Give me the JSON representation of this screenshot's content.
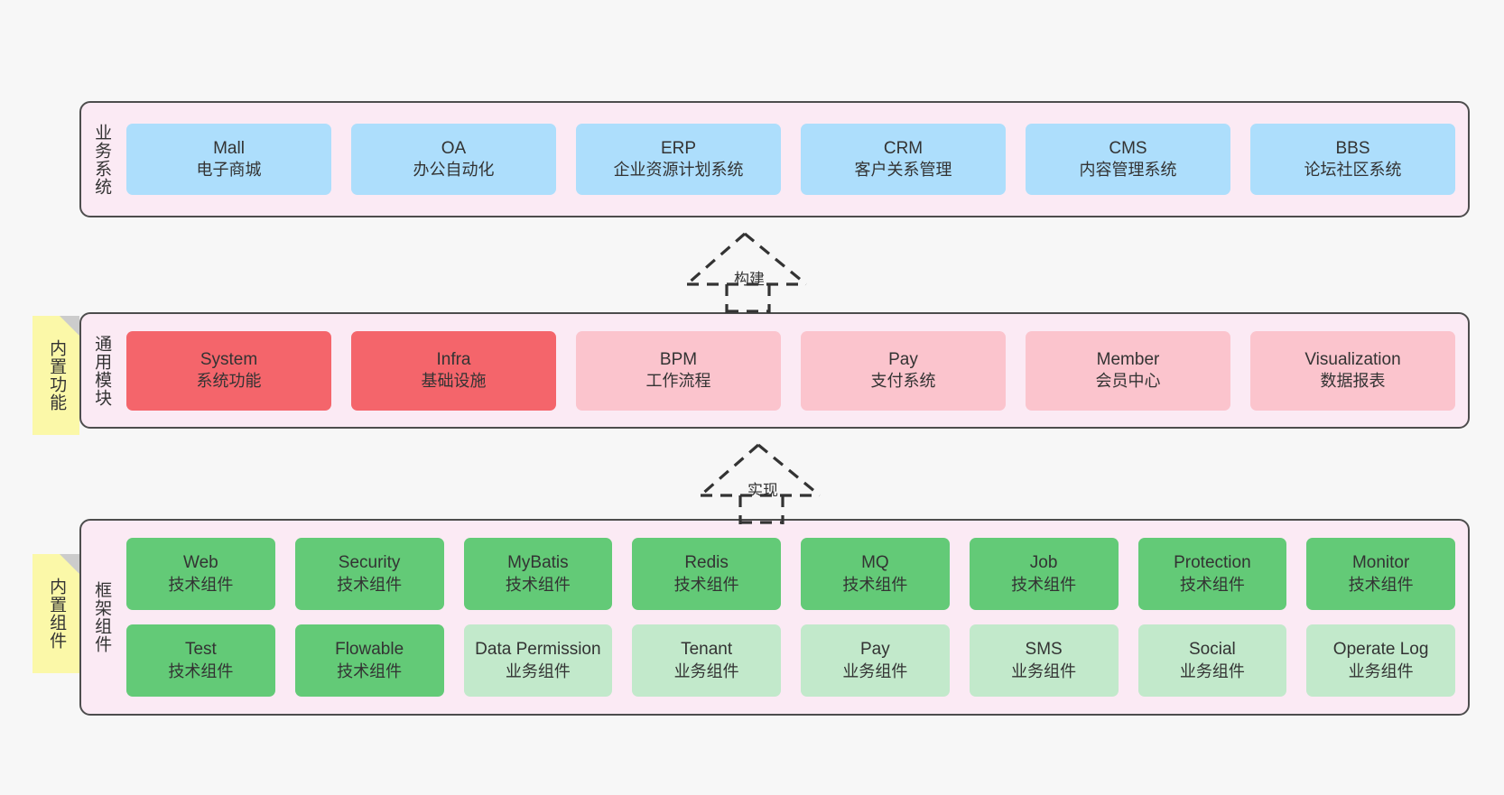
{
  "diagram": {
    "background_color": "#f7f7f7",
    "panel_color": "#fbeaf4",
    "panel_border_color": "#4d4d4d",
    "note_color": "#fbf8a8"
  },
  "layers": [
    {
      "title": "业务系统",
      "rows": [
        {
          "nodes": [
            {
              "title": "Mall",
              "sub": "电子商城",
              "color": "#addefc",
              "style": "blue"
            },
            {
              "title": "OA",
              "sub": "办公自动化",
              "color": "#addefc",
              "style": "blue"
            },
            {
              "title": "ERP",
              "sub": "企业资源计划系统",
              "color": "#addefc",
              "style": "blue"
            },
            {
              "title": "CRM",
              "sub": "客户关系管理",
              "color": "#addefc",
              "style": "blue"
            },
            {
              "title": "CMS",
              "sub": "内容管理系统",
              "color": "#addefc",
              "style": "blue"
            },
            {
              "title": "BBS",
              "sub": "论坛社区系统",
              "color": "#addefc",
              "style": "blue"
            }
          ]
        }
      ]
    },
    {
      "title": "通用模块",
      "note": "内置功能",
      "rows": [
        {
          "nodes": [
            {
              "title": "System",
              "sub": "系统功能",
              "color": "#f4656b",
              "style": "red"
            },
            {
              "title": "Infra",
              "sub": "基础设施",
              "color": "#f4656b",
              "style": "red"
            },
            {
              "title": "BPM",
              "sub": "工作流程",
              "color": "#fbc4cd",
              "style": "pink"
            },
            {
              "title": "Pay",
              "sub": "支付系统",
              "color": "#fbc4cd",
              "style": "pink"
            },
            {
              "title": "Member",
              "sub": "会员中心",
              "color": "#fbc4cd",
              "style": "pink"
            },
            {
              "title": "Visualization",
              "sub": "数据报表",
              "color": "#fbc4cd",
              "style": "pink"
            }
          ]
        }
      ]
    },
    {
      "title": "框架组件",
      "note": "内置组件",
      "rows": [
        {
          "nodes": [
            {
              "title": "Web",
              "sub": "技术组件",
              "color": "#63ca77",
              "style": "green"
            },
            {
              "title": "Security",
              "sub": "技术组件",
              "color": "#63ca77",
              "style": "green"
            },
            {
              "title": "MyBatis",
              "sub": "技术组件",
              "color": "#63ca77",
              "style": "green"
            },
            {
              "title": "Redis",
              "sub": "技术组件",
              "color": "#63ca77",
              "style": "green"
            },
            {
              "title": "MQ",
              "sub": "技术组件",
              "color": "#63ca77",
              "style": "green"
            },
            {
              "title": "Job",
              "sub": "技术组件",
              "color": "#63ca77",
              "style": "green"
            },
            {
              "title": "Protection",
              "sub": "技术组件",
              "color": "#63ca77",
              "style": "green"
            },
            {
              "title": "Monitor",
              "sub": "技术组件",
              "color": "#63ca77",
              "style": "green"
            }
          ]
        },
        {
          "nodes": [
            {
              "title": "Test",
              "sub": "技术组件",
              "color": "#63ca77",
              "style": "green"
            },
            {
              "title": "Flowable",
              "sub": "技术组件",
              "color": "#63ca77",
              "style": "green"
            },
            {
              "title": "Data Permission",
              "sub": "业务组件",
              "color": "#c2e9cb",
              "style": "lgreen"
            },
            {
              "title": "Tenant",
              "sub": "业务组件",
              "color": "#c2e9cb",
              "style": "lgreen"
            },
            {
              "title": "Pay",
              "sub": "业务组件",
              "color": "#c2e9cb",
              "style": "lgreen"
            },
            {
              "title": "SMS",
              "sub": "业务组件",
              "color": "#c2e9cb",
              "style": "lgreen"
            },
            {
              "title": "Social",
              "sub": "业务组件",
              "color": "#c2e9cb",
              "style": "lgreen"
            },
            {
              "title": "Operate Log",
              "sub": "业务组件",
              "color": "#c2e9cb",
              "style": "lgreen"
            }
          ]
        }
      ]
    }
  ],
  "connectors": [
    {
      "label": "构建"
    },
    {
      "label": "实现"
    }
  ]
}
